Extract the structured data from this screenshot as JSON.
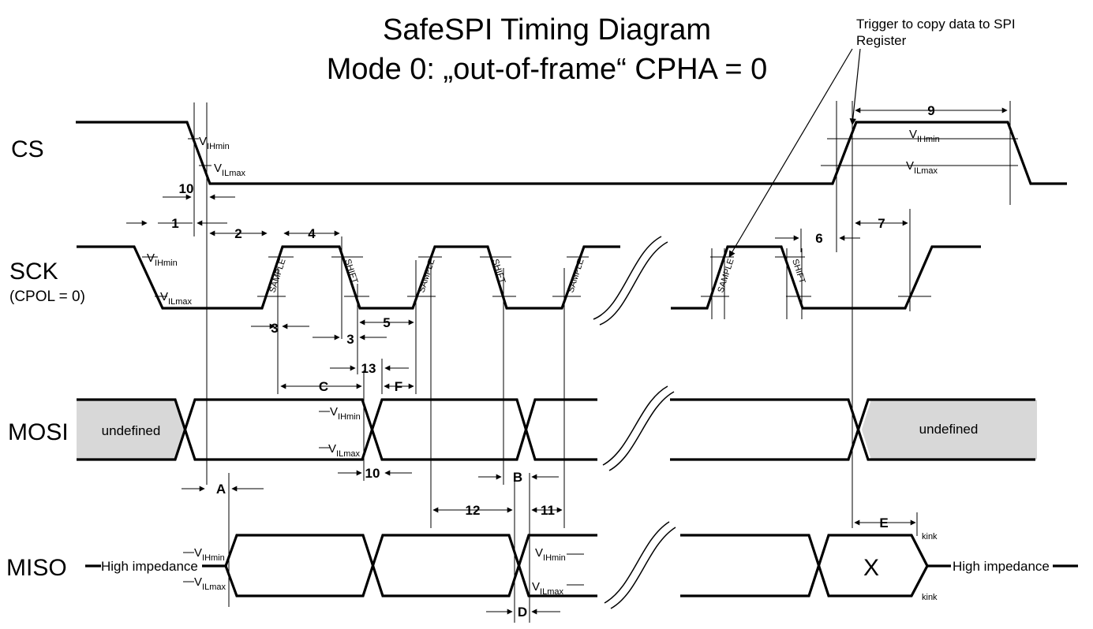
{
  "title": {
    "line1": "SafeSPI Timing Diagram",
    "line2": "Mode 0:  „out-of-frame“ CPHA = 0"
  },
  "annotation": {
    "trigger_line1": "Trigger to copy data to SPI",
    "trigger_line2": "Register"
  },
  "signals": {
    "cs": "CS",
    "sck": "SCK",
    "sck_sub": "(CPOL = 0)",
    "mosi": "MOSI",
    "miso": "MISO"
  },
  "states": {
    "undefined": "undefined",
    "high_impedance": "High impedance",
    "x": "X",
    "kink": "kink"
  },
  "edge_labels": {
    "sample": "SAMPLE",
    "shift": "SHIFT"
  },
  "thresholds": {
    "v": "V",
    "ih_sub": "IHmin",
    "il_sub": "ILmax"
  },
  "timing_params": {
    "p1": "1",
    "p2": "2",
    "p3": "3",
    "p4": "4",
    "p5": "5",
    "p6": "6",
    "p7": "7",
    "p9": "9",
    "p10": "10",
    "p11": "11",
    "p12": "12",
    "p13": "13",
    "pA": "A",
    "pB": "B",
    "pC": "C",
    "pD": "D",
    "pE": "E",
    "pF": "F"
  }
}
